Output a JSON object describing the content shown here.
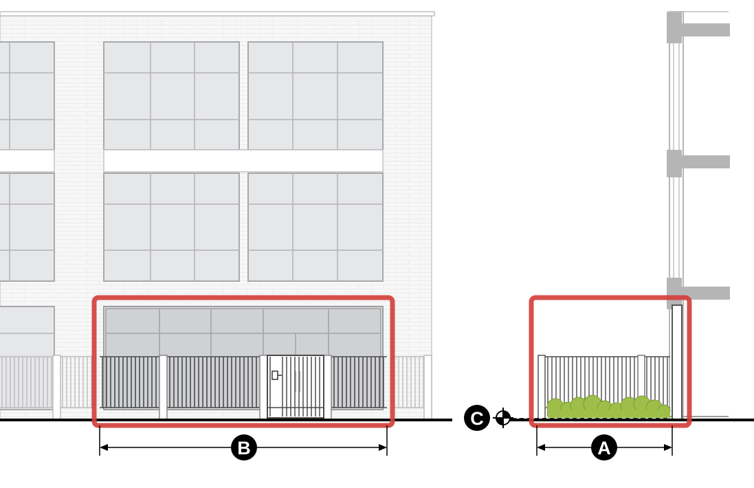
{
  "labels": {
    "a": "A",
    "b": "B",
    "c": "C"
  },
  "colors": {
    "highlight": "#d2403c",
    "ground": "#000000",
    "glass": "#e6e7e9",
    "frame": "#a7a9ac",
    "wall": "#f7f7f7",
    "brick_line": "#ececec",
    "fence_bright": "#bcbcbc",
    "fence_dark": "#4a4a4a",
    "section": "#b5b5b5",
    "planting": "#9dbf4a",
    "marker_fill": "#000000",
    "marker_text": "#ffffff"
  }
}
